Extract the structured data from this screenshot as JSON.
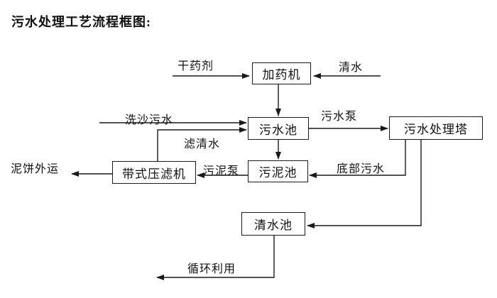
{
  "title": "污水处理工艺流程框图:",
  "diagram_type": "process-flowchart",
  "nodes": {
    "dosing_machine": "加药机",
    "sewage_pool": "污水池",
    "treatment_tower": "污水处理塔",
    "sludge_pool": "污泥池",
    "belt_filter_press": "带式压滤机",
    "clean_water_pool": "清水池"
  },
  "edge_labels": {
    "dry_chemical": "干药剂",
    "clean_water": "清水",
    "sand_washing_sewage": "洗沙污水",
    "filtered_water": "滤清水",
    "sewage_pump": "污水泵",
    "bottom_sewage": "底部污水",
    "sludge_pump": "污泥泵",
    "mud_cake_out": "泥饼外运",
    "recycle": "循环利用"
  },
  "edges": [
    {
      "from": "干药剂(外部)",
      "to": "加药机",
      "label": "干药剂"
    },
    {
      "from": "清水(外部)",
      "to": "加药机",
      "label": "清水"
    },
    {
      "from": "加药机",
      "to": "污水池",
      "label": ""
    },
    {
      "from": "洗沙污水(外部)",
      "to": "污水池",
      "label": "洗沙污水"
    },
    {
      "from": "带式压滤机",
      "to": "污水池",
      "label": "滤清水"
    },
    {
      "from": "污水池",
      "to": "污水处理塔",
      "label": "污水泵"
    },
    {
      "from": "污水池",
      "to": "污泥池",
      "label": ""
    },
    {
      "from": "污水处理塔",
      "to": "污泥池",
      "label": "底部污水"
    },
    {
      "from": "污泥池",
      "to": "带式压滤机",
      "label": "污泥泵"
    },
    {
      "from": "带式压滤机",
      "to": "泥饼外运(外部)",
      "label": "泥饼外运"
    },
    {
      "from": "污水处理塔",
      "to": "清水池",
      "label": ""
    },
    {
      "from": "清水池",
      "to": "循环利用(外部)",
      "label": "循环利用"
    }
  ],
  "colors": {
    "background": "#ffffff",
    "line": "#1a1a1a",
    "text": "#111111",
    "box_border": "#1a1a1a",
    "box_fill": "#ffffff"
  }
}
